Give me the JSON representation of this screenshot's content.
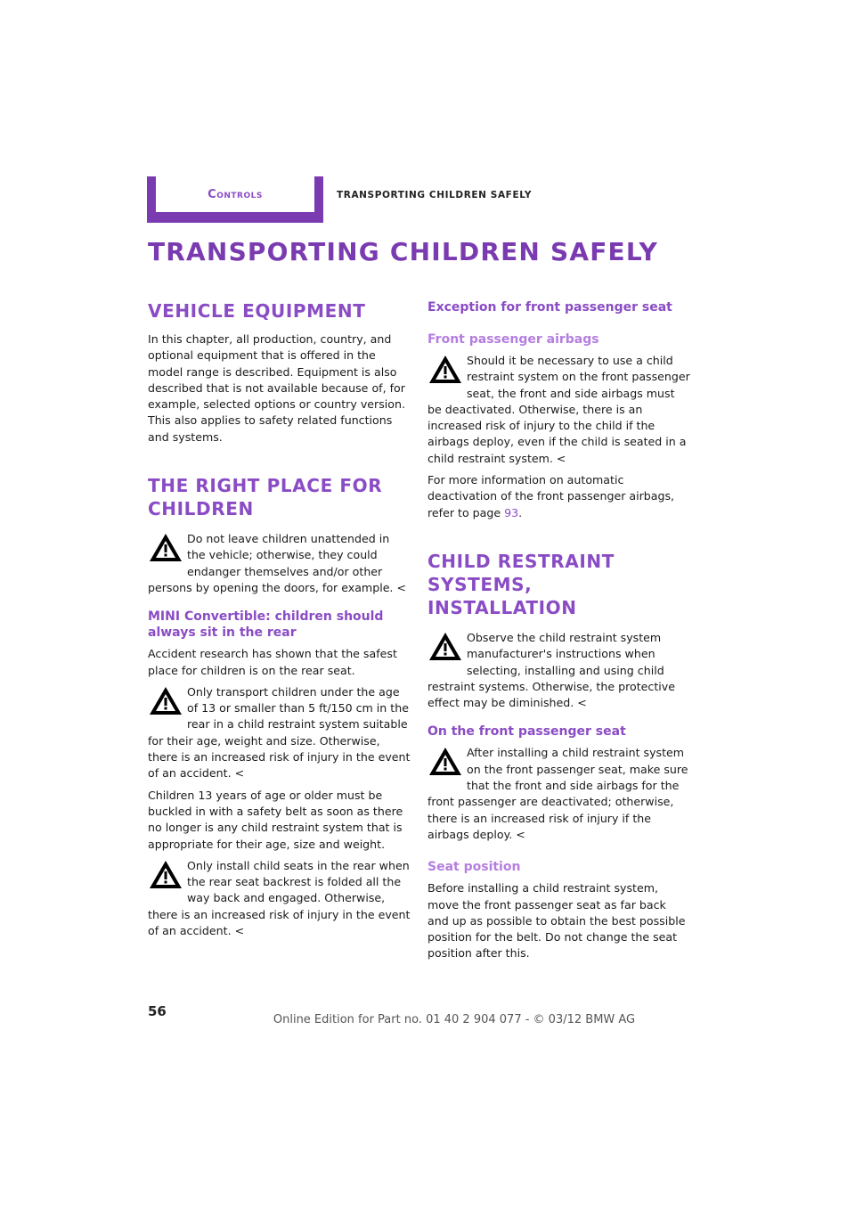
{
  "header": {
    "section_tab": "Controls",
    "chapter": "Transporting children safely"
  },
  "page_title": "Transporting children safely",
  "left": {
    "vehicle_equipment": {
      "heading": "Vehicle equipment",
      "body": "In this chapter, all production, country, and optional equipment that is offered in the model range is described. Equipment is also described that is not available because of, for example, selected options or country version. This also applies to safety related functions and systems."
    },
    "right_place": {
      "heading_line1": "The right place for",
      "heading_line2": "children",
      "warning": "Do not leave children unattended in the vehicle; otherwise, they could endanger themselves and/or other persons by opening the doors, for example.",
      "convertible_heading_line1": "MINI Convertible: children should",
      "convertible_heading_line2": "always sit in the rear",
      "convertible_body": "Accident research has shown that the safest place for children is on the rear seat.",
      "warning_age": "Only transport children under the age of 13 or smaller than 5 ft/150 cm in the rear in a child restraint system suitable for their age, weight and size. Otherwise, there is an increased risk of injury in the event of an accident.",
      "older_children": "Children 13 years of age or older must be buckled in with a safety belt as soon as there no longer is any child restraint system that is appropriate for their age, size and weight.",
      "warning_backrest": "Only install child seats in the rear when the rear seat backrest is folded all the way back and engaged. Otherwise, there is an increased risk of injury in the event of an accident."
    }
  },
  "right": {
    "exception": {
      "heading": "Exception for front passenger seat",
      "sub_heading": "Front passenger airbags",
      "warning": "Should it be necessary to use a child restraint system on the front passenger seat, the front and side airbags must be deactivated. Otherwise, there is an increased risk of injury to the child if the airbags deploy, even if the child is seated in a child restraint system.",
      "more_info": "For more information on automatic deactivation of the front passenger airbags, refer to page",
      "page_ref": "93"
    },
    "installation": {
      "heading_line1": "Child restraint systems,",
      "heading_line2": "installation",
      "warning": "Observe the child restraint system manufacturer's instructions when selecting, installing and using child restraint systems. Otherwise, the protective effect may be diminished.",
      "front_seat_heading": "On the front passenger seat",
      "front_seat_warning": "After installing a child restraint system on the front passenger seat, make sure that the front and side airbags for the front passenger are deactivated; otherwise, there is an increased risk of injury if the airbags deploy.",
      "seat_position_heading": "Seat position",
      "seat_position_body": "Before installing a child restraint system, move the front passenger seat as far back and up as possible to obtain the best possible position for the belt. Do not change the seat position after this."
    }
  },
  "end_marker": "<",
  "page_number": "56",
  "footer": "Online Edition for Part no. 01 40 2 904 077 - © 03/12 BMW AG",
  "icon_name": "warning-triangle-icon",
  "colors": {
    "accent": "#7a3bb0",
    "heading": "#8a4cc4",
    "subheading": "#b47ee0"
  }
}
